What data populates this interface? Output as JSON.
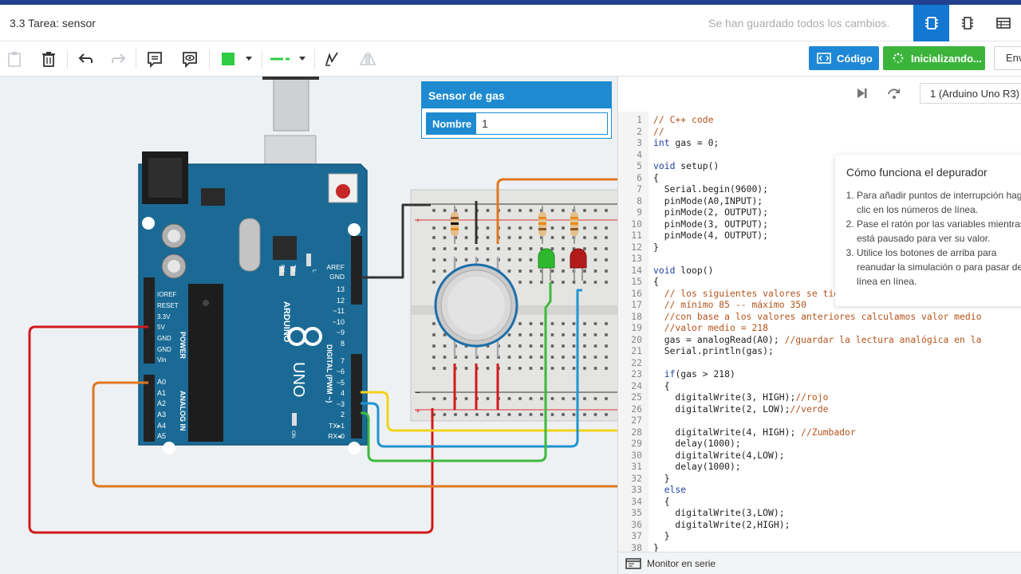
{
  "header": {
    "title": "3.3 Tarea: sensor",
    "save_status": "Se han guardado todos los cambios."
  },
  "toolbar": {
    "code_label": "Código",
    "init_label": "Inicializando...",
    "env_label": "Env",
    "fill_color": "#2ecc40",
    "line_color": "#2ecc40"
  },
  "gas_panel": {
    "title": "Sensor de gas",
    "name_label": "Nombre",
    "name_value": "1"
  },
  "board": {
    "labels": {
      "aref": "AREF",
      "gnd": "GND",
      "d13": "13",
      "d12": "12",
      "d11": "~11",
      "d10": "~10",
      "d9": "~9",
      "d8": "8",
      "d7": "7",
      "d6": "~6",
      "d5": "~5",
      "d4": "4",
      "d3": "~3",
      "d2": "2",
      "d1": "TX▸1",
      "d0": "RX◂0",
      "ioref": "IOREF",
      "reset": "RESET",
      "v33": "3.3V",
      "v5": "5V",
      "gnd1": "GND",
      "gnd2": "GND",
      "vin": "Vin",
      "a0": "A0",
      "a1": "A1",
      "a2": "A2",
      "a3": "A3",
      "a4": "A4",
      "a5": "A5",
      "power": "POWER",
      "analog": "ANALOG IN",
      "digital": "DIGITAL (PWM ~)",
      "arduino": "ARDUINO",
      "uno": "UNO",
      "tx": "TX",
      "rx": "RX",
      "l": "L",
      "on": "ON"
    }
  },
  "code_panel": {
    "device": "1 (Arduino Uno R3)",
    "serial_monitor": "Monitor en serie",
    "lines": [
      [
        {
          "t": "// C++ code",
          "c": "com"
        }
      ],
      [
        {
          "t": "//",
          "c": "com"
        }
      ],
      [
        {
          "t": "int",
          "c": "kw"
        },
        {
          "t": " gas = 0;",
          "c": "txt"
        }
      ],
      [],
      [
        {
          "t": "void",
          "c": "kw"
        },
        {
          "t": " setup()",
          "c": "txt"
        }
      ],
      [
        {
          "t": "{",
          "c": "txt"
        }
      ],
      [
        {
          "t": "  Serial.begin(9600);",
          "c": "txt"
        }
      ],
      [
        {
          "t": "  pinMode(A0,INPUT);",
          "c": "txt"
        }
      ],
      [
        {
          "t": "  pinMode(2, OUTPUT);",
          "c": "txt"
        }
      ],
      [
        {
          "t": "  pinMode(3, OUTPUT);",
          "c": "txt"
        }
      ],
      [
        {
          "t": "  pinMode(4, OUTPUT);",
          "c": "txt"
        }
      ],
      [
        {
          "t": "}",
          "c": "txt"
        }
      ],
      [],
      [
        {
          "t": "void",
          "c": "kw"
        },
        {
          "t": " loop()",
          "c": "txt"
        }
      ],
      [
        {
          "t": "{",
          "c": "txt"
        }
      ],
      [
        {
          "t": "  // los siguientes valores se tienen que calibrar y varian p",
          "c": "com"
        }
      ],
      [
        {
          "t": "  // mínimo 85 -- máximo 350",
          "c": "com"
        }
      ],
      [
        {
          "t": "  //con base a los valores anteriores calculamos valor medio",
          "c": "com"
        }
      ],
      [
        {
          "t": "  //valor medio = 218",
          "c": "com"
        }
      ],
      [
        {
          "t": "  gas = analogRead(A0); ",
          "c": "txt"
        },
        {
          "t": "//guardar la lectura analógica en la",
          "c": "com"
        }
      ],
      [
        {
          "t": "  Serial.println(gas);",
          "c": "txt"
        }
      ],
      [],
      [
        {
          "t": "  ",
          "c": "txt"
        },
        {
          "t": "if",
          "c": "kw"
        },
        {
          "t": "(gas > 218)",
          "c": "txt"
        }
      ],
      [
        {
          "t": "  {",
          "c": "txt"
        }
      ],
      [
        {
          "t": "    digitalWrite(3, HIGH);",
          "c": "txt"
        },
        {
          "t": "//rojo",
          "c": "com"
        }
      ],
      [
        {
          "t": "    digitalWrite(2, LOW);",
          "c": "txt"
        },
        {
          "t": "//verde",
          "c": "com"
        }
      ],
      [],
      [
        {
          "t": "    digitalWrite(4, HIGH); ",
          "c": "txt"
        },
        {
          "t": "//Zumbador",
          "c": "com"
        }
      ],
      [
        {
          "t": "    delay(1000);",
          "c": "txt"
        }
      ],
      [
        {
          "t": "    digitalWrite(4,LOW);",
          "c": "txt"
        }
      ],
      [
        {
          "t": "    delay(1000);",
          "c": "txt"
        }
      ],
      [
        {
          "t": "  }",
          "c": "txt"
        }
      ],
      [
        {
          "t": "  ",
          "c": "txt"
        },
        {
          "t": "else",
          "c": "kw"
        }
      ],
      [
        {
          "t": "  {",
          "c": "txt"
        }
      ],
      [
        {
          "t": "    digitalWrite(3,LOW);",
          "c": "txt"
        }
      ],
      [
        {
          "t": "    digitalWrite(2,HIGH);",
          "c": "txt"
        }
      ],
      [
        {
          "t": "  }",
          "c": "txt"
        }
      ],
      [
        {
          "t": "}",
          "c": "txt"
        }
      ]
    ]
  },
  "debug_tip": {
    "title": "Cómo funciona el depurador",
    "items": [
      "Para añadir puntos de interrupción haga clic en los números de línea.",
      "Pase el ratón por las variables mientras está pausado para ver su valor.",
      "Utilice los botones de arriba para reanudar la simulación o para pasar de línea en línea."
    ]
  }
}
